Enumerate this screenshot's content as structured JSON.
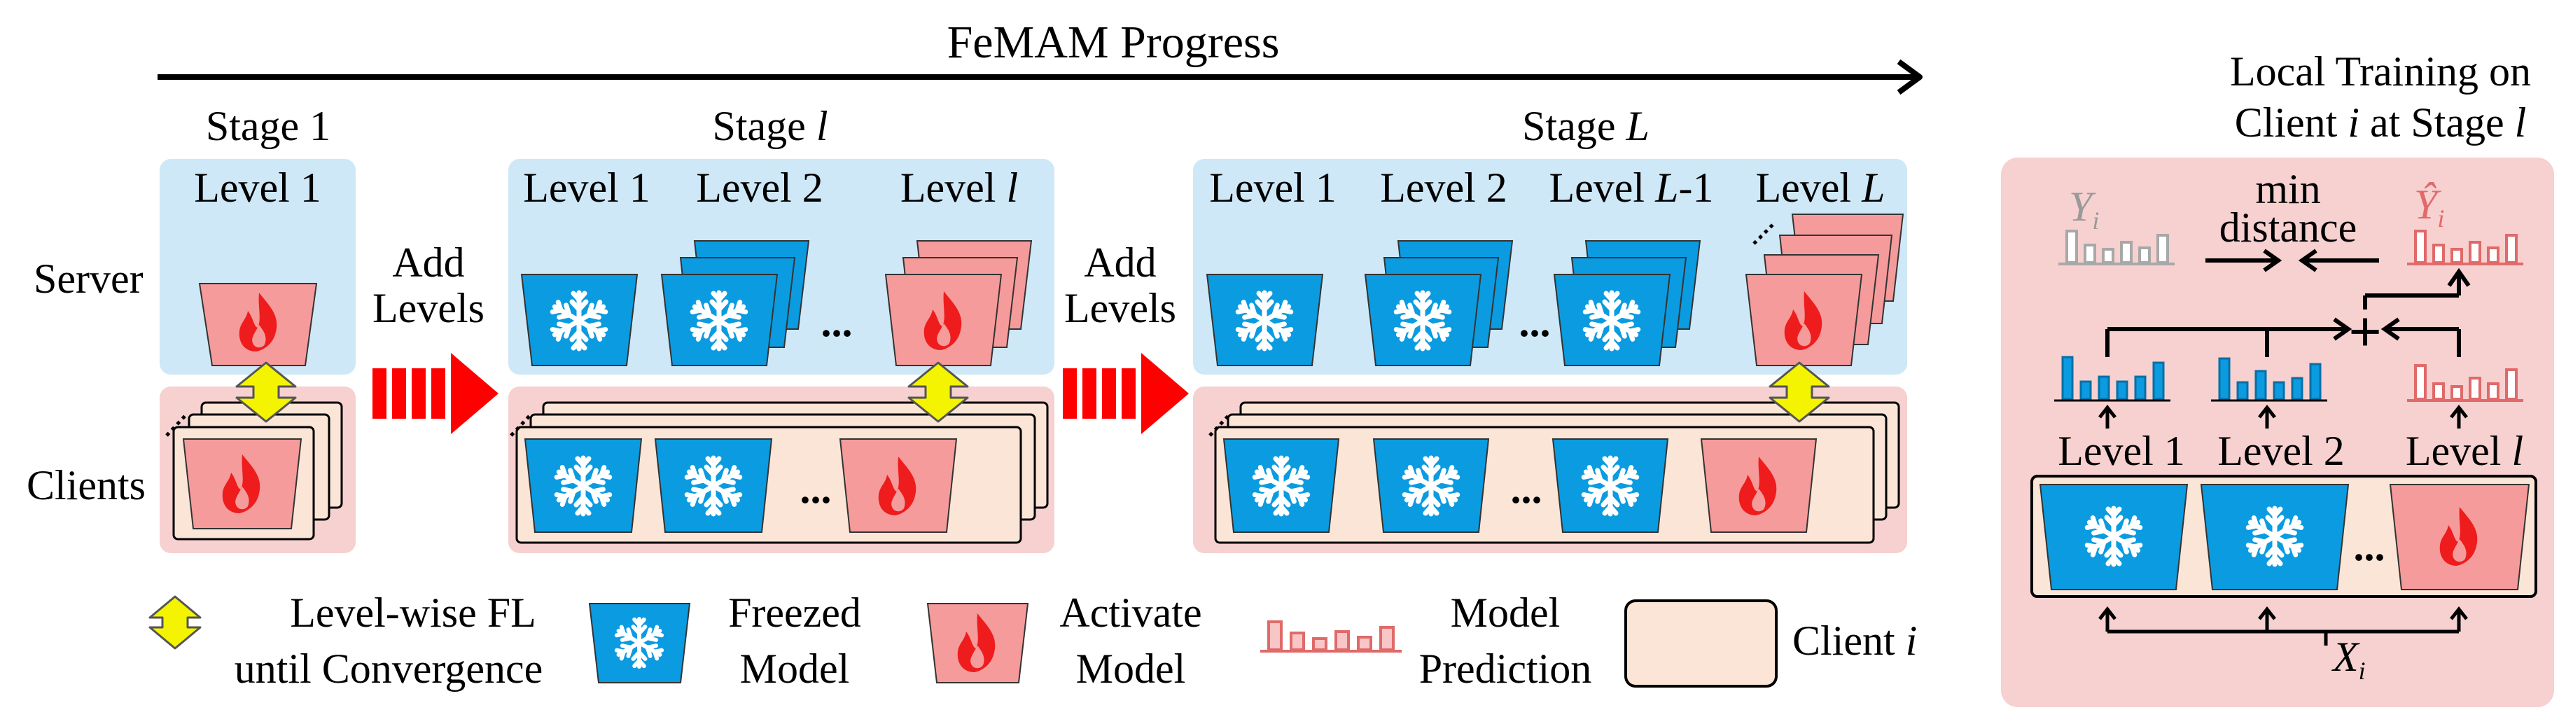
{
  "title": "FeMAM Progress",
  "stages": {
    "stage1": {
      "title": "Stage 1",
      "level": "Level 1"
    },
    "stageL_small": {
      "title_prefix": "Stage ",
      "title_var": "l",
      "levels": [
        "Level 1",
        "Level 2"
      ],
      "level_l_prefix": "Level ",
      "level_l_var": "l"
    },
    "stageL_big": {
      "title_prefix": "Stage ",
      "title_var": "L",
      "levels": [
        "Level 1",
        "Level 2"
      ],
      "level_lminus_prefix": "Level ",
      "level_lminus_var": "L",
      "level_lminus_suffix": "-1",
      "level_L_prefix": "Level ",
      "level_L_var": "L"
    }
  },
  "row_labels": {
    "server": "Server",
    "clients": "Clients"
  },
  "transition": {
    "line1": "Add",
    "line2": "Levels"
  },
  "ellipsis": "...",
  "local_training": {
    "title_line1": "Local Training on",
    "title_line2_a": "Client ",
    "title_line2_var": "i",
    "title_line2_b": " at Stage ",
    "title_line2_var2": "l",
    "y_label": "Y",
    "y_sub": "i",
    "yhat_label": "Ŷ",
    "yhat_sub": "i",
    "min_line1": "min",
    "min_line2": "distance",
    "plus": "+",
    "levels": [
      "Level 1",
      "Level 2"
    ],
    "level_l_prefix": "Level ",
    "level_l_var": "l",
    "x_label": "X",
    "x_sub": "i"
  },
  "legend": {
    "fl_line1": "Level-wise FL",
    "fl_line2": "until Convergence",
    "frozen_line1": "Freezed",
    "frozen_line2": "Model",
    "active_line1": "Activate",
    "active_line2": "Model",
    "pred_line1": "Model",
    "pred_line2": "Prediction",
    "client_prefix": "Client ",
    "client_var": "i"
  },
  "colors": {
    "server_bg": "#cfe8f7",
    "client_bg": "#f7d0d0",
    "client_card": "#fae5d6",
    "frozen": "#0b9be0",
    "active": "#f59b9b",
    "fire": "#ee1c1c",
    "arrow_red": "#ff0000",
    "fl_yellow": "#f4f400",
    "bar_gray": "#a8a8a8",
    "bar_blue": "#0b9be0",
    "bar_pink": "#e98a8a"
  }
}
